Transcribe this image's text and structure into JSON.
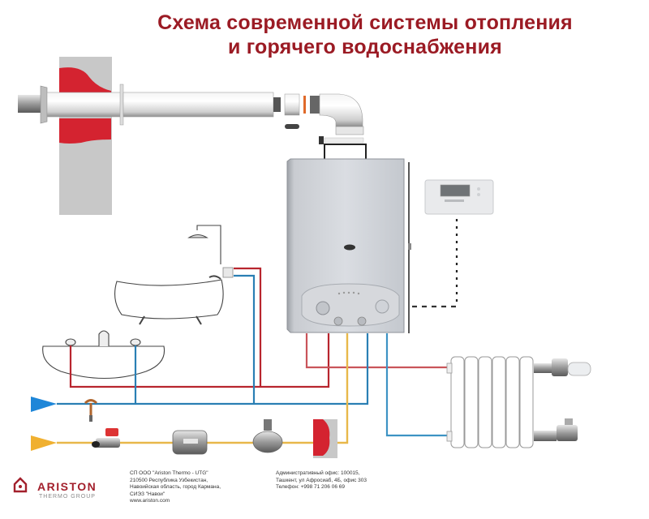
{
  "title": {
    "line1": "Схема современной системы отопления",
    "line2": "и горячего водоснабжения"
  },
  "colors": {
    "title": "#9b1b24",
    "hot_pipe": "#b8252e",
    "cold_pipe": "#2a7fb4",
    "gas_pipe": "#e8b84a",
    "wall": "#c8c8c8",
    "insulation": "#d42330",
    "cold_inlet_arrow": "#1e86d8",
    "gas_inlet_arrow": "#f0b030"
  },
  "components": {
    "chimney": "Коаксиальный дымоход",
    "boiler": "Настенный газовый котел",
    "thermostat": "Комнатный термостат",
    "bathtub": "Ванна с душем",
    "sink": "Умывальник",
    "radiator": "Радиатор",
    "cold_water_inlet": "Вход холодной воды",
    "gas_inlet": "Вход газа",
    "gas_meter": "Газовый счетчик",
    "gas_valve": "Газовый кран",
    "gas_regulator": "Регулятор давления"
  },
  "footer": {
    "brand": "ARISTON",
    "brand_sub": "THERMO GROUP",
    "address_left": "СП ООО \"Ariston Thermo - UTG\"\n210500 Республика Узбекистан,\nНавоийская область, город Кармана,\nСИЭЗ \"Навои\"\nwww.ariston.com",
    "address_right": "Административный офис: 100015,\nТашкент, ул Афросиаб, 4Б, офис 303\nТелефон: +998 71 206 06 69"
  }
}
